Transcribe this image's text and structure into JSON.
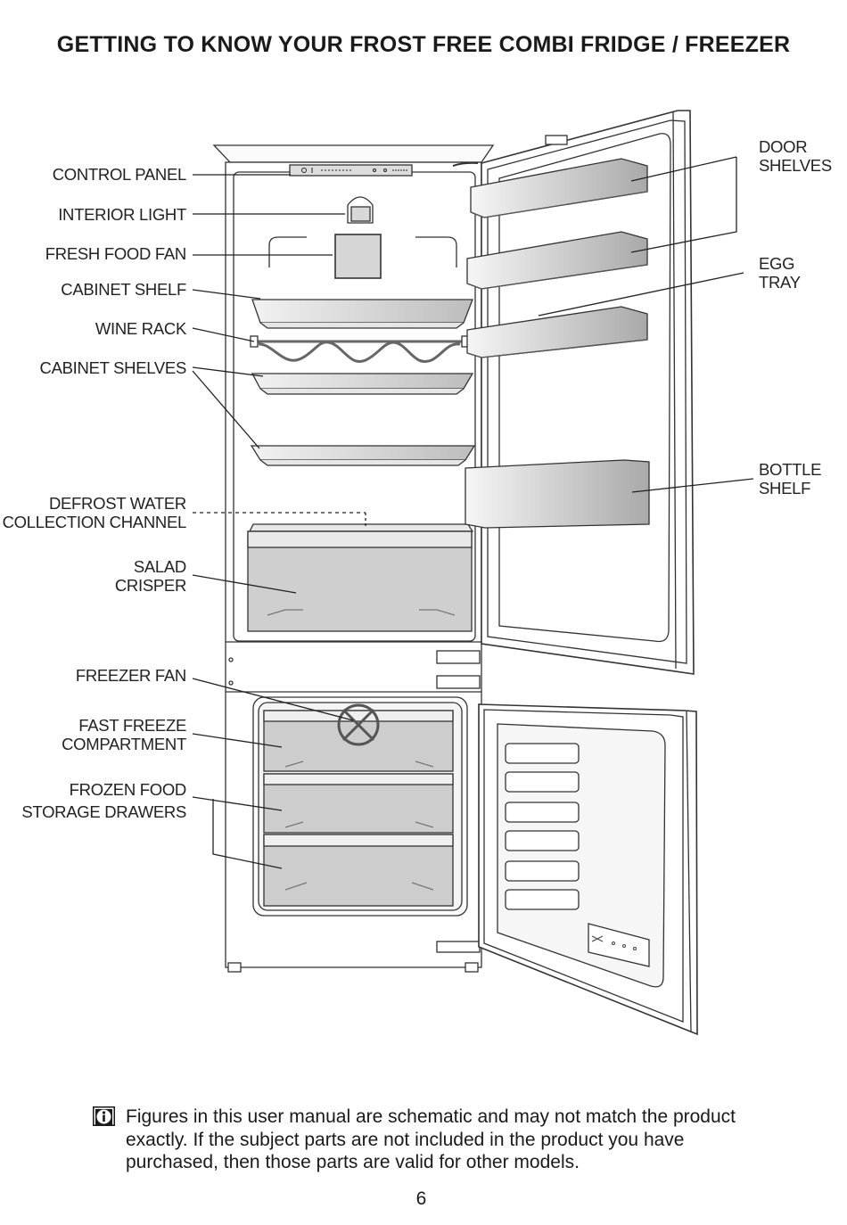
{
  "title": "GETTING TO KNOW YOUR FROST FREE COMBI FRIDGE / FREEZER",
  "labels_left": {
    "control_panel": "CONTROL PANEL",
    "interior_light": "INTERIOR LIGHT",
    "fresh_food_fan": "FRESH FOOD FAN",
    "cabinet_shelf": "CABINET SHELF",
    "wine_rack": "WINE RACK",
    "cabinet_shelves": "CABINET SHELVES",
    "defrost_line1": "DEFROST WATER",
    "defrost_line2": "COLLECTION CHANNEL",
    "salad_line1": "SALAD",
    "salad_line2": "CRISPER",
    "freezer_fan": "FREEZER FAN",
    "fast_freeze_line1": "FAST FREEZE",
    "fast_freeze_line2": "COMPARTMENT",
    "frozen_line1": "FROZEN FOOD",
    "frozen_line2": "STORAGE DRAWERS"
  },
  "labels_right": {
    "door_line1": "DOOR",
    "door_line2": "SHELVES",
    "egg_line1": "EGG",
    "egg_line2": "TRAY",
    "bottle_line1": "BOTTLE",
    "bottle_line2": "SHELF"
  },
  "note": {
    "icon": "info-icon",
    "text": "Figures in this user manual are schematic and may not match the product exactly. If the subject parts are not included in the product you have purchased, then those parts are valid for other models."
  },
  "page_number": "6"
}
